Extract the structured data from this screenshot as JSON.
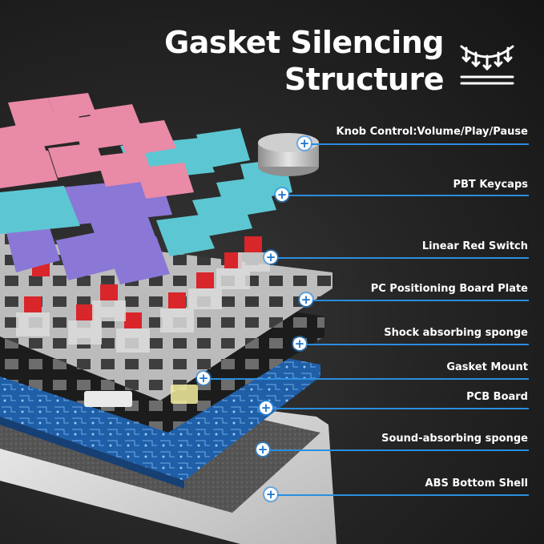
{
  "title": {
    "line1": "Gasket Silencing",
    "line2": "Structure"
  },
  "title_icon": "spring-damping-icon",
  "callouts": [
    {
      "label": "Knob Control:Volume/Play/Pause",
      "marker": "+"
    },
    {
      "label": "PBT Keycaps",
      "marker": "+"
    },
    {
      "label": "Linear Red Switch",
      "marker": "+"
    },
    {
      "label": "PC Positioning Board Plate",
      "marker": "+"
    },
    {
      "label": "Shock absorbing sponge",
      "marker": "+"
    },
    {
      "label": "Gasket Mount",
      "marker": "+"
    },
    {
      "label": "PCB Board",
      "marker": "+"
    },
    {
      "label": "Sound-absorbing sponge",
      "marker": "+"
    },
    {
      "label": "ABS Bottom Shell",
      "marker": "+"
    }
  ],
  "colors": {
    "accent": "#2b8de0",
    "keycap_pink": "#e98aa6",
    "keycap_cyan": "#5cc7d2",
    "keycap_purple": "#8a77d6",
    "switch_red": "#d8262b",
    "pcb_blue": "#1f5fa8"
  }
}
